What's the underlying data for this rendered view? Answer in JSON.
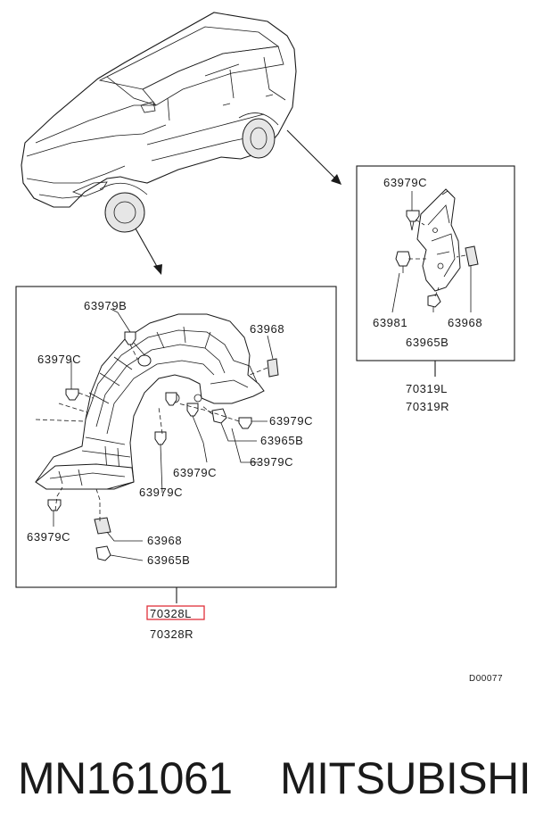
{
  "main_box": {
    "labels": {
      "l1": "63979B",
      "l2": "63968",
      "l3": "63979C",
      "l4": "63979C",
      "l5": "63965B",
      "l6": "63979C",
      "l7": "63979C",
      "l8": "63979C",
      "l9": "63979C",
      "l10": "63968",
      "l11": "63965B"
    },
    "callout_left": "70328L",
    "callout_right": "70328R"
  },
  "side_box": {
    "labels": {
      "s1": "63979C",
      "s2": "63981",
      "s3": "63968",
      "s4": "63965B"
    },
    "callout_left": "70319L",
    "callout_right": "70319R"
  },
  "diagram_code": "D00077",
  "footer": {
    "part_number": "MN161061",
    "brand": "MITSUBISHI"
  },
  "colors": {
    "highlight": "#e0303a",
    "ink": "#1a1a1a"
  }
}
